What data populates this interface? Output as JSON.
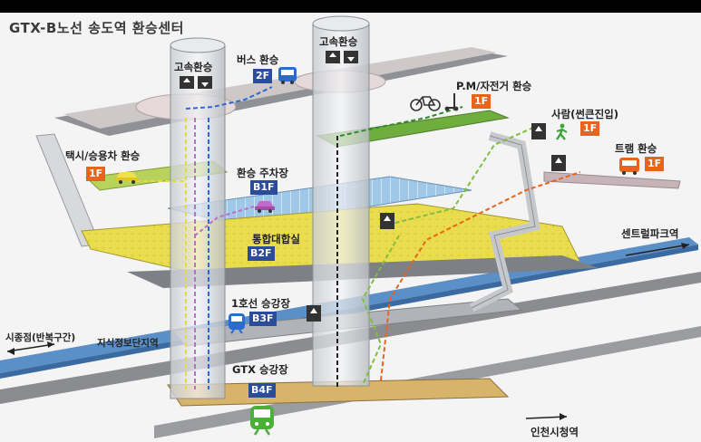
{
  "title": "GTX-B노선 송도역 환승센터",
  "labels": {
    "express_left": "고속환승",
    "express_right": "고속환승",
    "bus": "버스 환승",
    "pm": "P.M/자전거 환승",
    "taxi": "택시/승용차 환승",
    "pedestrian": "사람(썬큰진입)",
    "tram": "트램 환승",
    "parking": "환승 주차장",
    "concourse": "통합대합실",
    "line1": "1호선 승강장",
    "gtx": "GTX 승강장",
    "central_park": "센트럴파크역",
    "start_point": "시종점(반복구간)",
    "info_zone": "지식정보단지역",
    "incheon_city": "인천시청역"
  },
  "floors": {
    "bus": "2F",
    "pm": "1F",
    "taxi": "1F",
    "pedestrian": "1F",
    "tram": "1F",
    "parking": "B1F",
    "concourse": "B2F",
    "line1": "B3F",
    "gtx": "B4F"
  },
  "colors": {
    "orange": "#e8631c",
    "blue": "#2b4c9b",
    "yellow": "#e6d94a",
    "green": "#7dbf3f",
    "purple": "#c26ac9"
  },
  "icons": [
    "elevator-icon",
    "bus-icon",
    "bicycle-icon",
    "scooter-icon",
    "pedestrian-icon",
    "car-icon",
    "train-icon"
  ]
}
